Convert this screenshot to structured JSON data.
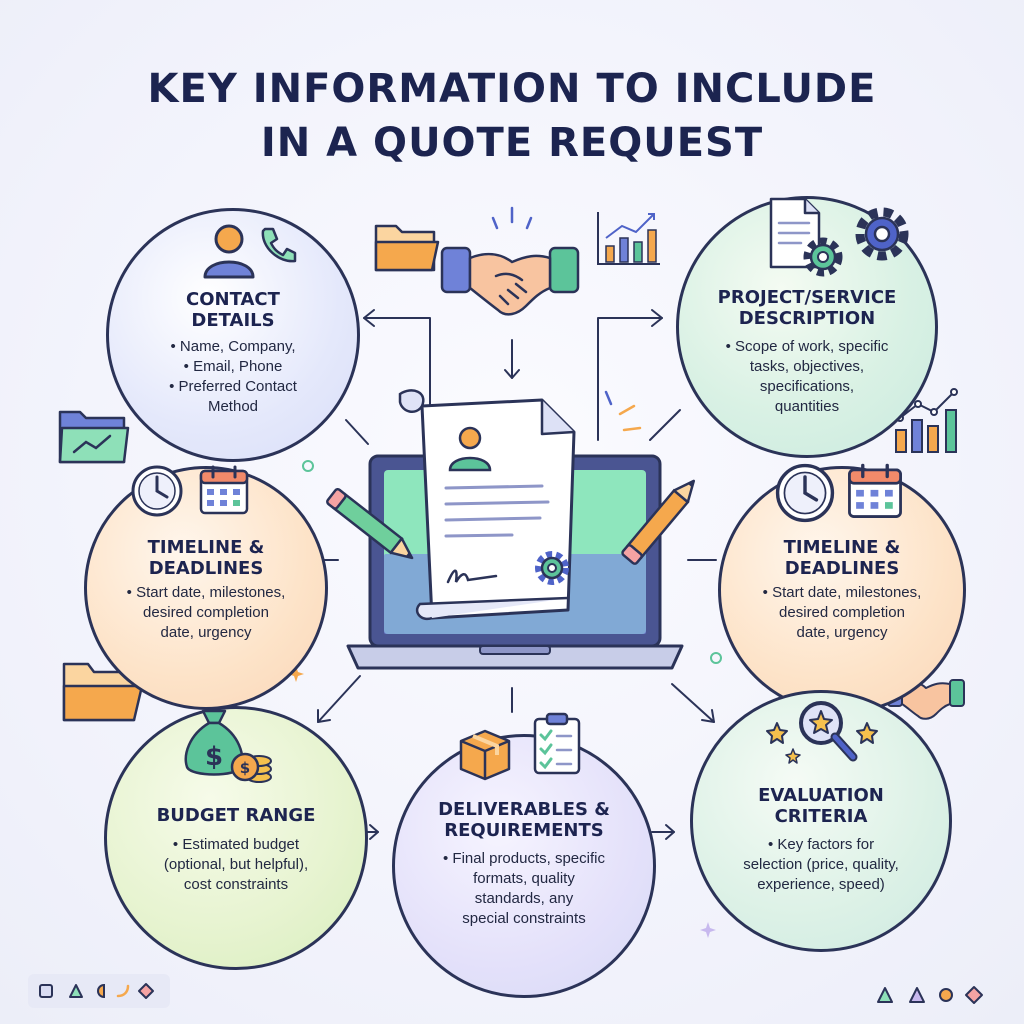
{
  "title": {
    "line1": "KEY INFORMATION TO INCLUDE",
    "line2": "IN A QUOTE REQUEST"
  },
  "sections": {
    "contact": {
      "heading_line1": "CONTACT",
      "heading_line2": "DETAILS",
      "lines": [
        "• Name, Company,",
        "• Email, Phone",
        "• Preferred Contact",
        "Method"
      ]
    },
    "project": {
      "heading_line1": "PROJECT/SERVICE",
      "heading_line2": "DESCRIPTION",
      "lines": [
        "• Scope of work, specific",
        "tasks, objectives,",
        "specifications,",
        "quantities"
      ]
    },
    "timeline_left": {
      "heading_line1": "TIMELINE &",
      "heading_line2": "DEADLINES",
      "lines": [
        "• Start date, milestones,",
        "desired completion",
        "date, urgency"
      ]
    },
    "timeline_right": {
      "heading_line1": "TIMELINE &",
      "heading_line2": "DEADLINES",
      "lines": [
        "• Start date, milestones,",
        "desired completion",
        "date, urgency"
      ]
    },
    "budget": {
      "heading_line1": "BUDGET RANGE",
      "lines": [
        "• Estimated budget",
        "(optional, but helpful),",
        "cost constraints"
      ]
    },
    "deliverables": {
      "heading_line1": "DELIVERABLES &",
      "heading_line2": "REQUIREMENTS",
      "lines": [
        "• Final products, specific",
        "formats, quality",
        "standards, any",
        "special constraints"
      ]
    },
    "evaluation": {
      "heading_line1": "EVALUATION",
      "heading_line2": "CRITERIA",
      "lines": [
        "• Key factors for",
        "selection (price, quality,",
        "experience, speed)"
      ]
    }
  },
  "icons": {
    "contact": [
      "person-icon",
      "phone-icon"
    ],
    "project": [
      "document-icon",
      "gear-icon"
    ],
    "timeline": [
      "clock-icon",
      "calendar-icon"
    ],
    "budget": [
      "money-bag-icon",
      "coins-icon"
    ],
    "deliverables": [
      "box-icon",
      "checklist-icon"
    ],
    "evaluation": [
      "magnifier-star-icon"
    ],
    "center": [
      "laptop-icon",
      "quote-document-icon",
      "handshake-icon",
      "pencil-icon"
    ]
  },
  "colors": {
    "title": "#1c2450",
    "outline": "#2b3358",
    "accent_green": "#5cc49a",
    "accent_orange": "#f5a84d",
    "accent_blue": "#4f63c8"
  }
}
